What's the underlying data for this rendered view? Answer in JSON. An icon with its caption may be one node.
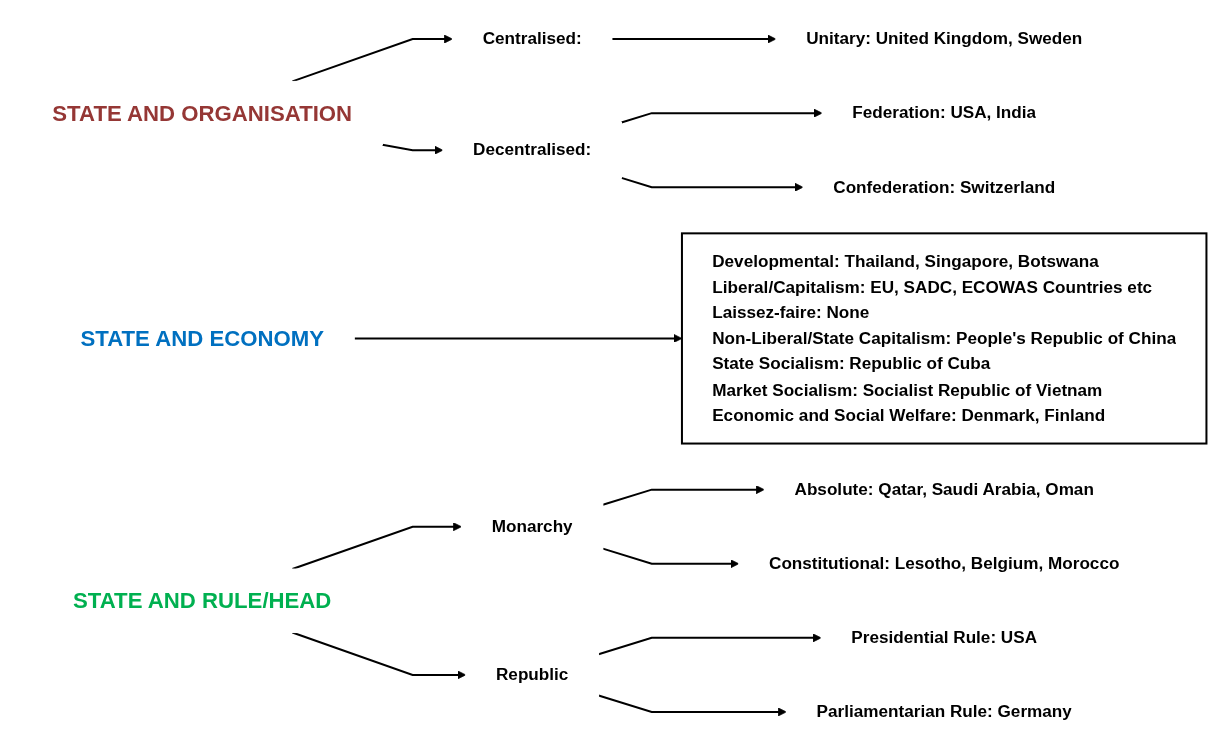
{
  "diagram": {
    "nodes": [
      {
        "text": [
          "STATE AND ORGANISATION"
        ]
      },
      {
        "text": [
          "Centralised:"
        ]
      },
      {
        "text": [
          "Unitary: United Kingdom, Sweden"
        ]
      },
      {
        "text": [
          "Decentralised:"
        ]
      },
      {
        "text": [
          "Federation: USA, India"
        ]
      },
      {
        "text": [
          "Confederation: Switzerland"
        ]
      },
      {
        "text": [
          "STATE AND ECONOMY"
        ]
      },
      {
        "text": [
          "Developmental: Thailand, Singapore, Botswana",
          "Liberal/Capitalism:  EU, SADC, ECOWAS Countries etc",
          "Laissez-faire: None",
          "Non-Liberal/State Capitalism: People's Republic of China",
          "State Socialism: Republic of Cuba",
          "Market Socialism: Socialist Republic of Vietnam",
          "Economic and Social Welfare: Denmark, Finland"
        ]
      },
      {
        "text": [
          "STATE AND RULE/HEAD"
        ]
      },
      {
        "text": [
          "Monarchy"
        ]
      },
      {
        "text": [
          "Absolute: Qatar, Saudi Arabia, Oman"
        ]
      },
      {
        "text": [
          "Constitutional: Lesotho, Belgium, Morocco"
        ]
      },
      {
        "text": [
          "Republic"
        ]
      },
      {
        "text": [
          "Presidential Rule: USA"
        ]
      },
      {
        "text": [
          "Parliamentarian Rule: Germany"
        ]
      }
    ],
    "edges": [
      {
        "from": 0,
        "to": 1,
        "arrow": "to"
      },
      {
        "from": 1,
        "to": 2,
        "arrow": "to"
      },
      {
        "from": 0,
        "to": 3,
        "arrow": "to"
      },
      {
        "from": 3,
        "to": 4,
        "arrow": "to"
      },
      {
        "from": 3,
        "to": 5,
        "arrow": "to"
      },
      {
        "from": 6,
        "to": 7,
        "arrow": "to"
      },
      {
        "from": 8,
        "to": 9,
        "arrow": "to"
      },
      {
        "from": 9,
        "to": 10,
        "arrow": "to"
      },
      {
        "from": 9,
        "to": 11,
        "arrow": "to"
      },
      {
        "from": 8,
        "to": 12,
        "arrow": "to"
      },
      {
        "from": 12,
        "to": 13,
        "arrow": "to"
      },
      {
        "from": 12,
        "to": 14,
        "arrow": "to"
      }
    ]
  }
}
